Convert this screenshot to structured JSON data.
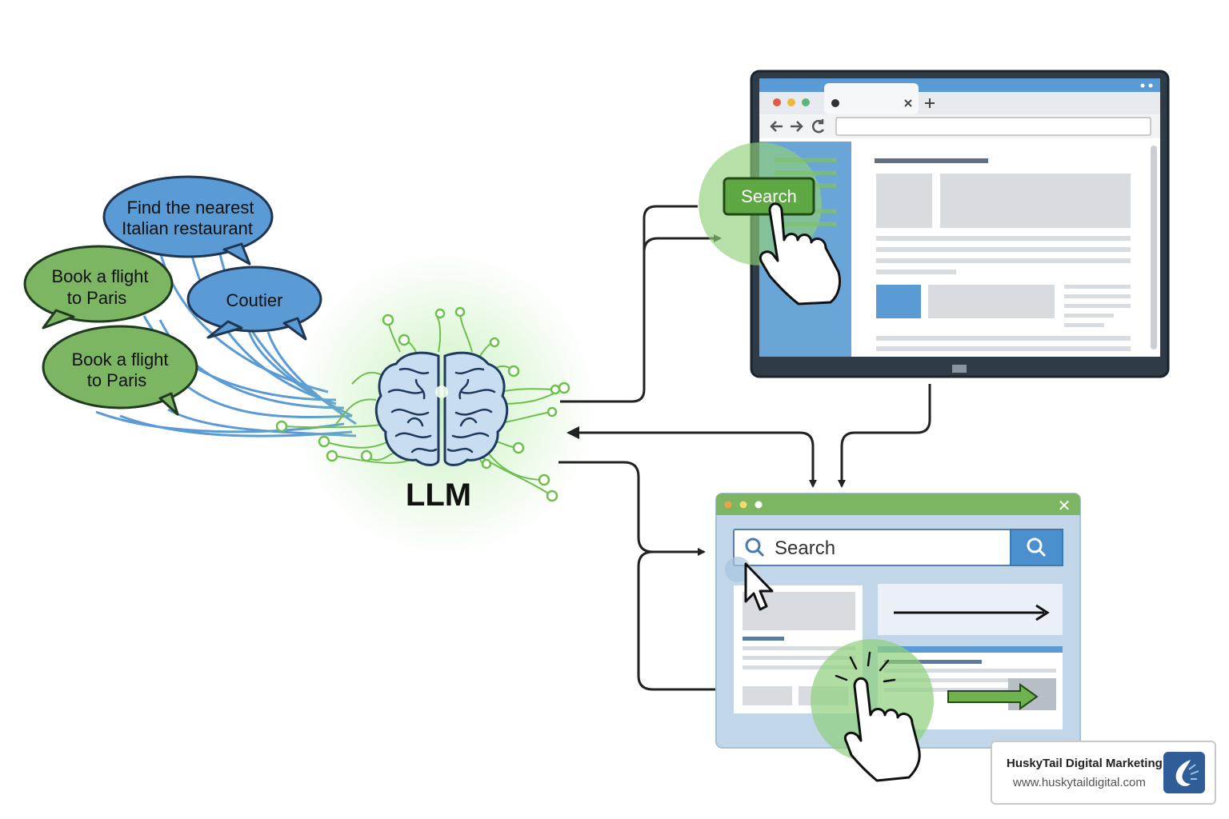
{
  "bubbles": {
    "find_restaurant": [
      "Find the nearest",
      "Italian restaurant"
    ],
    "book_flight_1": [
      "Book a flight",
      "to Paris"
    ],
    "coutier": [
      "Coutier"
    ],
    "book_flight_2": [
      "Book a flight",
      "to Paris"
    ]
  },
  "llm_label": "LLM",
  "browser_window": {
    "search_button_label": "Search"
  },
  "app_window": {
    "search_placeholder": "Search",
    "close_glyph": "✕"
  },
  "brand": {
    "name": "HuskyTail Digital Marketing",
    "url": "www.huskytaildigital.com"
  },
  "colors": {
    "blue": "#5b9bd5",
    "green": "#7cb662",
    "dark": "#222222"
  },
  "icons": [
    "brain-icon",
    "hand-pointer-icon",
    "mouse-cursor-icon",
    "search-icon",
    "logo-icon"
  ]
}
